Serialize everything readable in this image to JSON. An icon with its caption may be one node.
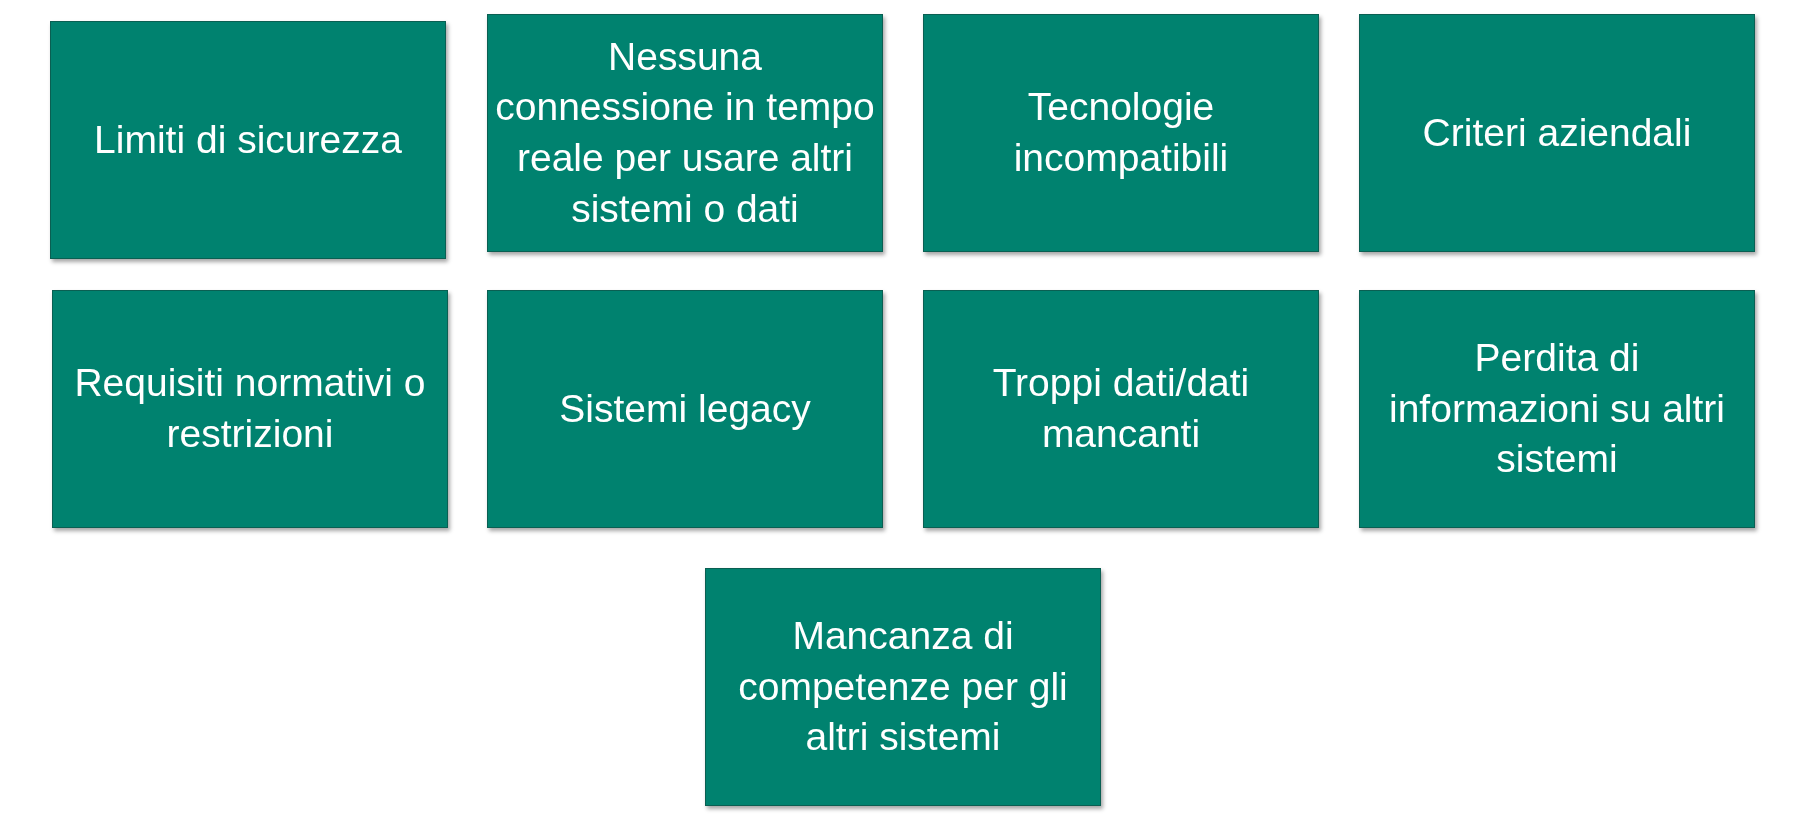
{
  "diagram": {
    "nodes": [
      {
        "text": [
          "Limiti di sicurezza"
        ]
      },
      {
        "text": [
          "Nessuna connessione in tempo reale per usare altri sistemi o dati"
        ]
      },
      {
        "text": [
          "Tecnologie incompatibili"
        ]
      },
      {
        "text": [
          "Criteri aziendali"
        ]
      },
      {
        "text": [
          "Requisiti normativi o restrizioni"
        ]
      },
      {
        "text": [
          "Sistemi legacy"
        ]
      },
      {
        "text": [
          "Troppi dati/dati mancanti"
        ]
      },
      {
        "text": [
          "Perdita di informazioni su altri sistemi"
        ]
      },
      {
        "text": [
          "Mancanza di competenze per gli altri sistemi"
        ]
      }
    ]
  }
}
